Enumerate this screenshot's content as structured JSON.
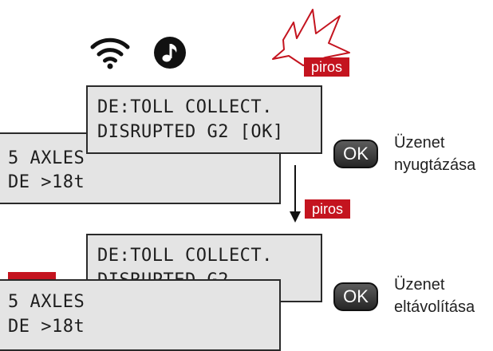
{
  "top_icons": {
    "wifi": "wifi-icon",
    "music": "music-note-icon"
  },
  "panel1": {
    "burst_label": "piros",
    "message": {
      "line1": "DE:TOLL COLLECT.",
      "line2": "DISRUPTED G2 [OK]"
    },
    "status": {
      "line1": "5 AXLES",
      "line2": "DE >18t"
    },
    "ok_label": "OK",
    "caption": {
      "line1": "Üzenet",
      "line2": "nyugtázása"
    }
  },
  "arrow_label": "piros",
  "panel2": {
    "message": {
      "line1": "DE:TOLL COLLECT.",
      "line2": "DISRUPTED G2"
    },
    "status": {
      "line1": "5 AXLES",
      "line2": "DE >18t"
    },
    "ok_label": "OK",
    "caption": {
      "line1": "Üzenet",
      "line2": "eltávolítása"
    }
  },
  "colors": {
    "accent_red": "#c4141f",
    "lcd_bg": "#e4e4e4",
    "border": "#2a2a2a"
  }
}
